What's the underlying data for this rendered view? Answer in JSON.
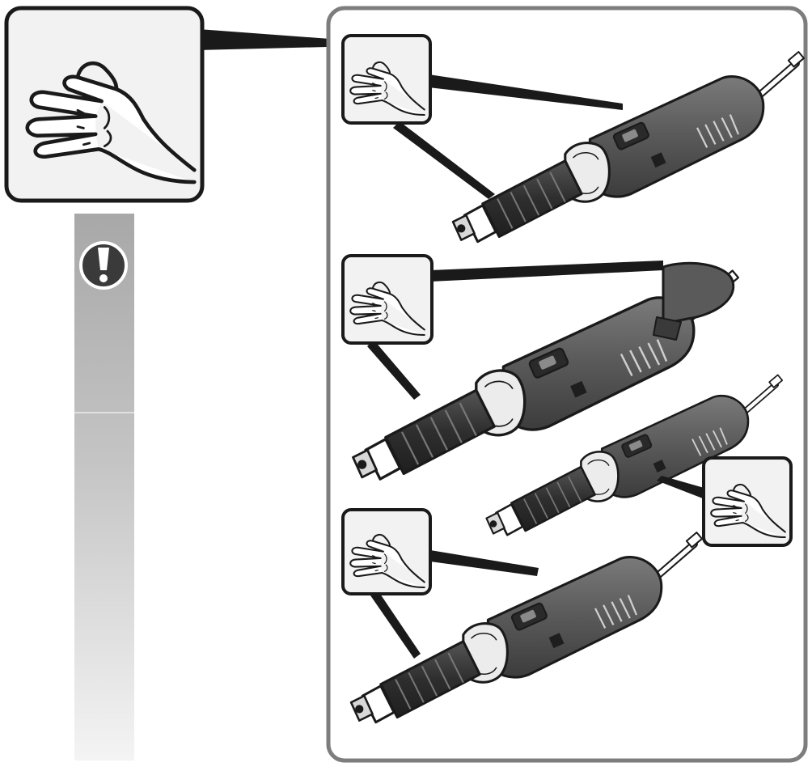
{
  "colors": {
    "panel_border": "#7d7d7d",
    "callout_border": "#1a1a1a",
    "callout_fill": "#f2f2f2",
    "tool_body": "#5a5a5a",
    "tool_dark": "#2f2f2f",
    "tool_light": "#9a9a9a",
    "collar": "#e6e6e6",
    "warning_bar_top": "#a8a8a8",
    "warning_bar_bottom": "#f4f4f4",
    "warning_icon": "#3a3a3a"
  },
  "diagram": {
    "type": "safety-illustration",
    "icons": {
      "hand": "open-palm-hand-icon",
      "warning": "exclamation-warning-icon",
      "tool": "straight-die-grinder"
    },
    "tools": [
      {
        "id": "grinder-1",
        "style": "compact-body"
      },
      {
        "id": "grinder-2",
        "style": "handle-body"
      },
      {
        "id": "grinder-3",
        "style": "short-collet"
      },
      {
        "id": "grinder-4",
        "style": "long-neck"
      }
    ],
    "callouts": [
      {
        "id": "main-hand-callout",
        "points_to": "tool-panel"
      },
      {
        "id": "hand-callout-1",
        "points_to": "grinder-1"
      },
      {
        "id": "hand-callout-2",
        "points_to": "grinder-2"
      },
      {
        "id": "hand-callout-3",
        "points_to": "grinder-3"
      },
      {
        "id": "hand-callout-4",
        "points_to": "grinder-4"
      }
    ]
  }
}
